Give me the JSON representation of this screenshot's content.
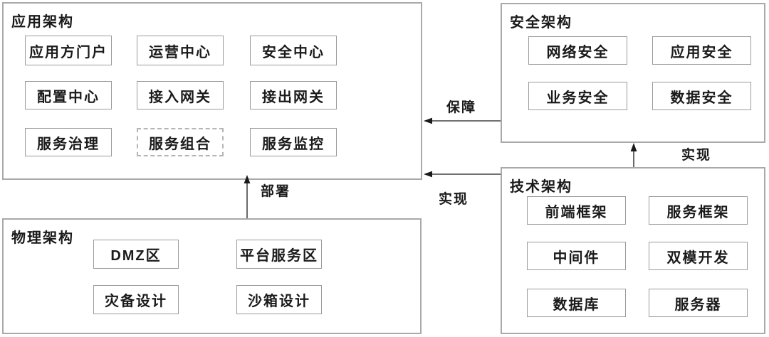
{
  "diagram": {
    "background_color": "#ffffff",
    "group_border_color": "#a9a9a9",
    "node_border_color": "#9b9b9b",
    "text_color": "#1a1a1a",
    "arrow_color": "#1a1a1a",
    "groups": [
      {
        "id": "app-architecture",
        "title": "应用架构",
        "items": [
          "应用方门户",
          "运营中心",
          "安全中心",
          "配置中心",
          "接入网关",
          "接出网关",
          "服务治理",
          "服务组合",
          "服务监控"
        ],
        "dashed_item": "服务组合"
      },
      {
        "id": "security-architecture",
        "title": "安全架构",
        "items": [
          "网络安全",
          "应用安全",
          "业务安全",
          "数据安全"
        ]
      },
      {
        "id": "tech-architecture",
        "title": "技术架构",
        "items": [
          "前端框架",
          "服务框架",
          "中间件",
          "双模开发",
          "数据库",
          "服务器"
        ]
      },
      {
        "id": "physical-architecture",
        "title": "物理架构",
        "items": [
          "DMZ区",
          "平台服务区",
          "灾备设计",
          "沙箱设计"
        ]
      }
    ],
    "edges": [
      {
        "label": "保障",
        "from": "安全架构",
        "to": "应用架构",
        "direction": "left"
      },
      {
        "label": "实现",
        "from": "技术架构",
        "to": "应用架构",
        "direction": "left"
      },
      {
        "label": "实现",
        "from": "技术架构",
        "to": "安全架构",
        "direction": "up"
      },
      {
        "label": "部署",
        "from": "物理架构",
        "to": "应用架构",
        "direction": "up"
      }
    ]
  }
}
